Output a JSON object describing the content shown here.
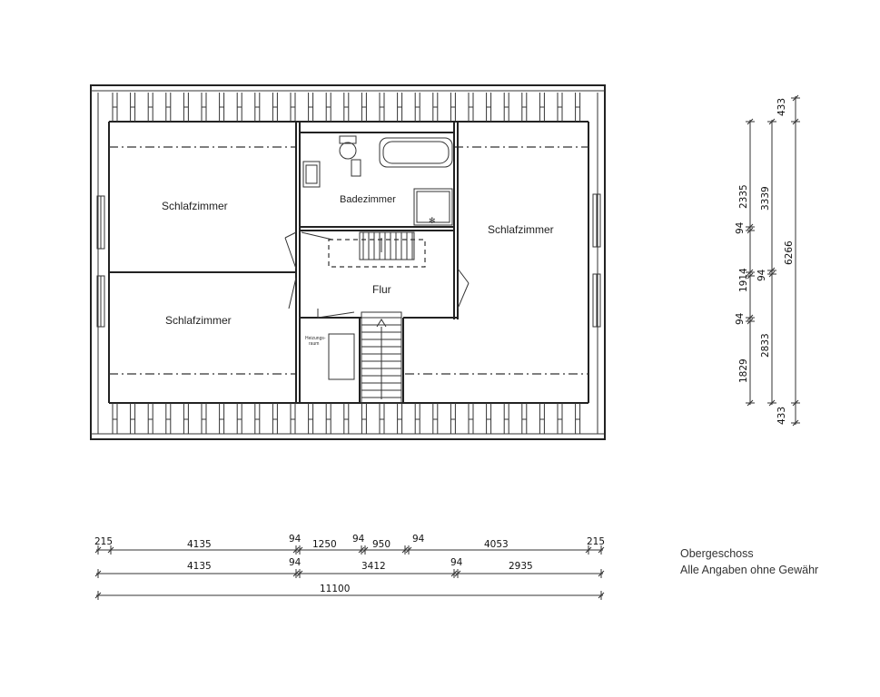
{
  "rooms": {
    "schlafzimmer_top_left": "Schlafzimmer",
    "schlafzimmer_bottom_left": "Schlafzimmer",
    "schlafzimmer_right": "Schlafzimmer",
    "badezimmer": "Badezimmer",
    "flur": "Flur",
    "heizungsraum_line1": "Heizungs-",
    "heizungsraum_line2": "raum"
  },
  "dimensions_horizontal": {
    "row1": [
      "215",
      "4135",
      "94",
      "1250",
      "94",
      "950",
      "94",
      "4053",
      "215"
    ],
    "row2": [
      "4135",
      "94",
      "3412",
      "94",
      "2935"
    ],
    "row3": [
      "11100"
    ]
  },
  "dimensions_vertical": {
    "col1": [
      "2335",
      "94",
      "1914",
      "94",
      "1829"
    ],
    "col2": [
      "3339",
      "94",
      "2833"
    ],
    "col3": [
      "433",
      "6266",
      "433"
    ]
  },
  "caption": {
    "line1": "Obergeschoss",
    "line2": "Alle Angaben ohne Gewähr"
  }
}
